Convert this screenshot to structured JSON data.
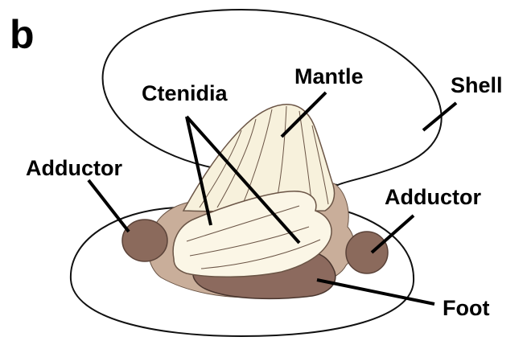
{
  "panel_letter": "b",
  "labels": {
    "ctenidia": "Ctenidia",
    "mantle": "Mantle",
    "shell": "Shell",
    "adductor_left": "Adductor",
    "adductor_right": "Adductor",
    "foot": "Foot"
  },
  "colors": {
    "shell_fill": "#ffffff",
    "soft_tissue_cream": "#f7f1dc",
    "mantle_edge_tan": "#c9ae9a",
    "adductor_brown": "#8b6a5c",
    "foot_brown": "#8c6a5e",
    "outline": "#111111"
  }
}
